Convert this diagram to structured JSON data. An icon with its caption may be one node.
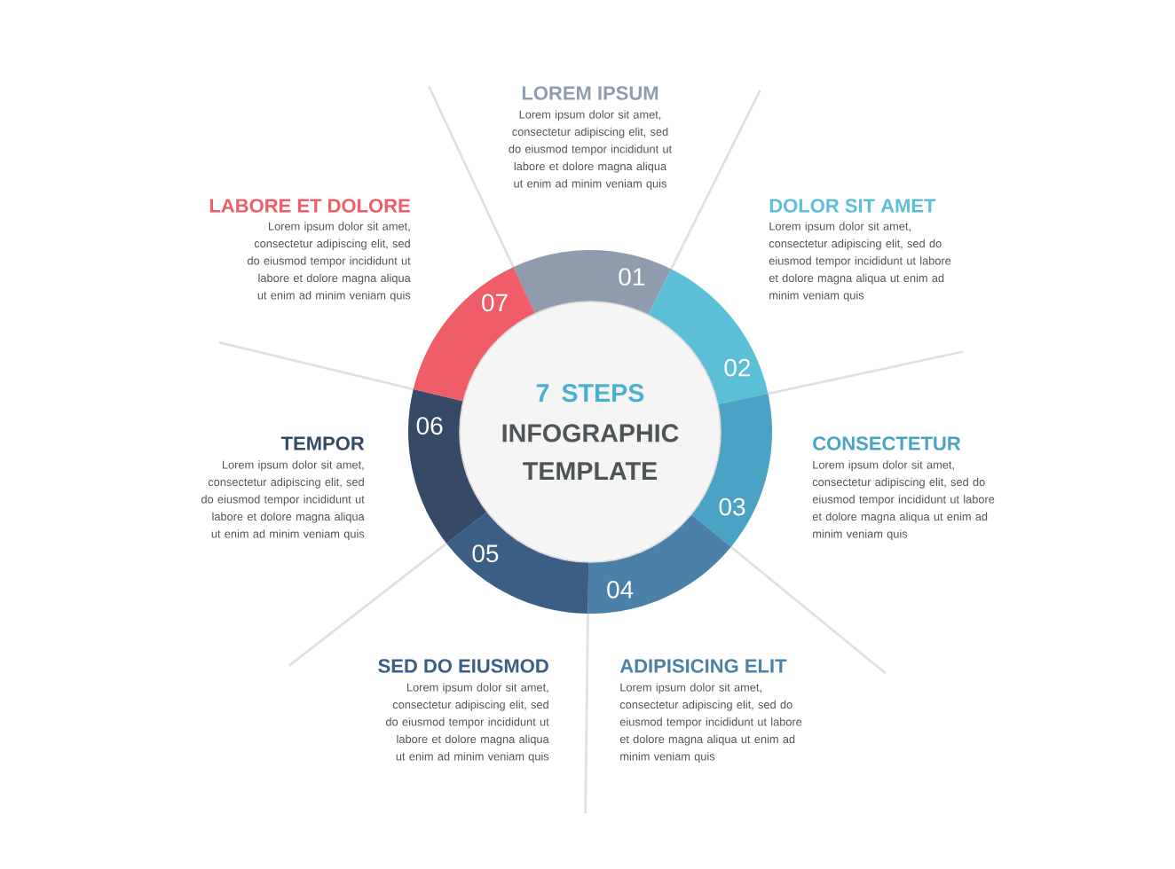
{
  "diagram": {
    "nodes": [
      {
        "text": [
          "7 STEPS",
          "INFOGRAPHIC TEMPLATE"
        ]
      },
      {
        "text": [
          "01"
        ],
        "beside": [
          "LOREM IPSUM",
          "Lorem ipsum dolor sit amet, consectetur adipiscing elit, sed do eiusmod tempor incididunt ut labore et dolore magna aliqua ut enim ad minim veniam quis"
        ]
      },
      {
        "text": [
          "02"
        ],
        "beside": [
          "DOLOR SIT AMET",
          "Lorem ipsum dolor sit amet, consectetur adipiscing elit, sed do eiusmod tempor incididunt ut labore et dolore magna aliqua ut enim ad minim veniam quis"
        ]
      },
      {
        "text": [
          "03"
        ],
        "beside": [
          "CONSECTETUR",
          "Lorem ipsum dolor sit amet, consectetur adipiscing elit, sed do eiusmod tempor incididunt ut labore et dolore magna aliqua ut enim ad minim veniam quis"
        ]
      },
      {
        "text": [
          "04"
        ],
        "beside": [
          "ADIPISICING ELIT",
          "Lorem ipsum dolor sit amet, consectetur adipiscing elit, sed do eiusmod tempor incididunt ut labore et dolore magna aliqua ut enim ad minim veniam quis"
        ]
      },
      {
        "text": [
          "05"
        ],
        "beside": [
          "SED DO EIUSMOD",
          "Lorem ipsum dolor sit amet, consectetur adipiscing elit, sed do eiusmod tempor incididunt ut labore et dolore magna aliqua ut enim ad minim veniam quis"
        ]
      },
      {
        "text": [
          "06"
        ],
        "beside": [
          "TEMPOR",
          "Lorem ipsum dolor sit amet, consectetur adipiscing elit, sed do eiusmod tempor incididunt ut labore et dolore magna aliqua ut enim ad minim veniam quis"
        ]
      },
      {
        "text": [
          "07"
        ],
        "beside": [
          "LABORE ET DOLORE",
          "Lorem ipsum dolor sit amet, consectetur adipiscing elit, sed do eiusmod tempor incididunt ut labore et dolore magna aliqua ut enim ad minim veniam quis"
        ]
      }
    ]
  }
}
